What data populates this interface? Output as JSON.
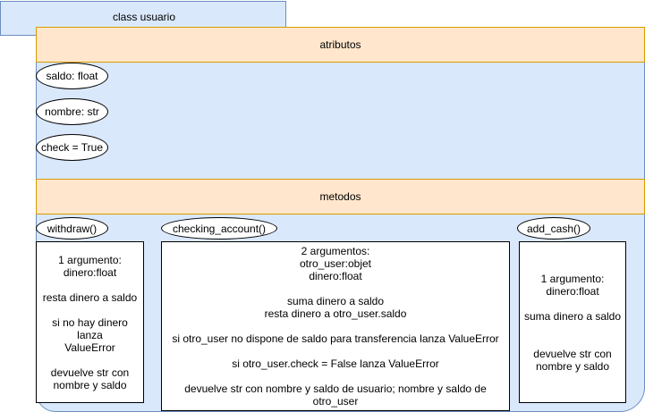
{
  "class_title": "class usuario",
  "attributes_header": "atributos",
  "attributes": [
    "saldo: float",
    "nombre: str",
    "check = True"
  ],
  "methods_header": "metodos",
  "methods": {
    "withdraw": {
      "name": "withdraw()",
      "lines": [
        "1 argumento:\ndinero:float",
        "resta dinero a saldo",
        "si no hay dinero lanza\nValueError",
        "devuelve str con\nnombre y saldo"
      ]
    },
    "checking_account": {
      "name": "checking_account()",
      "lines": [
        "2 argumentos:\notro_user:objet\ndinero:float",
        "suma dinero a saldo\nresta dinero a otro_user.saldo",
        "si otro_user no dispone de saldo para transferencia lanza ValueError",
        "si otro_user.check = False lanza ValueError",
        "devuelve str con nombre y saldo de usuario; nombre y saldo de\notro_user"
      ]
    },
    "add_cash": {
      "name": "add_cash()",
      "lines": [
        "1 argumento:\ndinero:float",
        "suma dinero a saldo",
        "devuelve str con\nnombre y saldo"
      ]
    }
  },
  "colors": {
    "class_fill": "#dae8fc",
    "class_stroke": "#6c8ebf",
    "section_fill": "#ffe6cc",
    "section_stroke": "#d79b00"
  }
}
